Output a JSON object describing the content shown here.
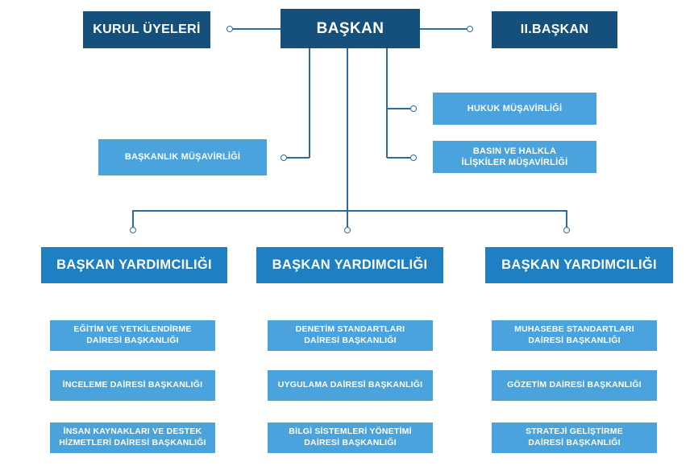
{
  "colors": {
    "navy_box": "#15507d",
    "medium_blue_box": "#1e7fc2",
    "light_blue_box": "#4aa3dd",
    "connector_line": "#2a6ba3",
    "text": "#ffffff",
    "background": "#ffffff"
  },
  "board": {
    "label": "KURUL ÜYELERİ"
  },
  "president": {
    "label": "BAŞKAN"
  },
  "second_president": {
    "label": "II.BAŞKAN"
  },
  "advisories": {
    "presidency": {
      "label": "BAŞKANLIK MÜŞAVİRLİĞİ"
    },
    "legal": {
      "label": "HUKUK MÜŞAVİRLİĞİ"
    },
    "press": {
      "label": "BASIN VE HALKLA\nİLİŞKİLER MÜŞAVİRLİĞİ"
    }
  },
  "vice_presidencies": [
    {
      "label": "BAŞKAN YARDIMCILIĞI",
      "departments": [
        "EĞİTİM VE YETKİLENDİRME\nDAİRESİ BAŞKANLIĞI",
        "İNCELEME DAİRESİ BAŞKANLIĞI",
        "İNSAN KAYNAKLARI VE DESTEK\nHİZMETLERİ DAİRESİ BAŞKANLIĞI"
      ]
    },
    {
      "label": "BAŞKAN YARDIMCILIĞI",
      "departments": [
        "DENETİM STANDARTLARI\nDAİRESİ BAŞKANLIĞI",
        "UYGULAMA DAİRESİ BAŞKANLIĞI",
        "BİLGİ SİSTEMLERİ YÖNETİMİ\nDAİRESİ BAŞKANLIĞI"
      ]
    },
    {
      "label": "BAŞKAN YARDIMCILIĞI",
      "departments": [
        "MUHASEBE STANDARTLARI\nDAİRESİ BAŞKANLIĞI",
        "GÖZETİM DAİRESİ BAŞKANLIĞI",
        "STRATEJİ GELİŞTİRME\nDAİRESİ BAŞKANLIĞI"
      ]
    }
  ]
}
